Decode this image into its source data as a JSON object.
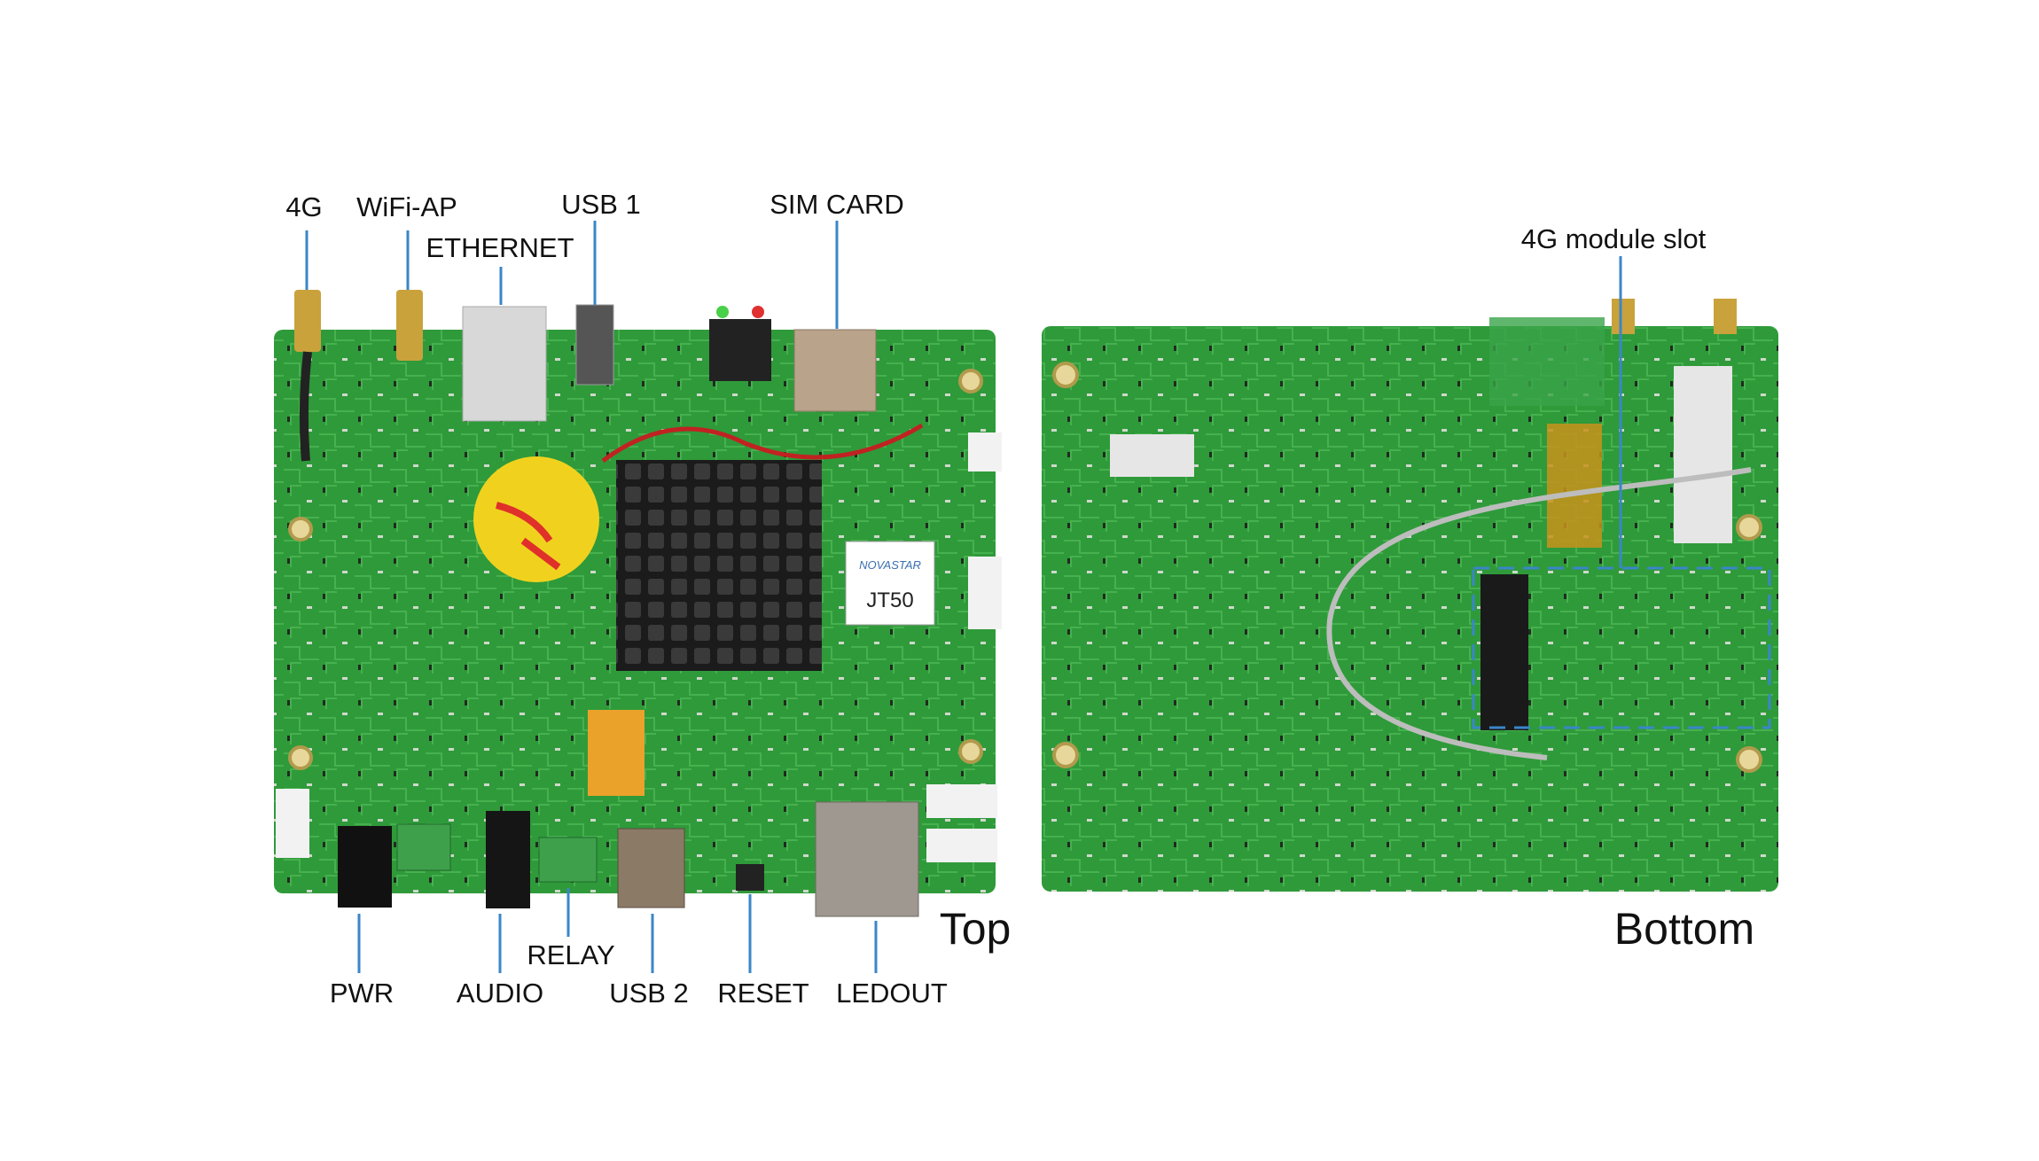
{
  "title": "NovaStar JT50 board layout",
  "top_view": {
    "caption": "Top",
    "labels": {
      "g4": "4G",
      "wifi": "WiFi-AP",
      "ethernet": "ETHERNET",
      "usb1": "USB 1",
      "sim": "SIM CARD",
      "pwr": "PWR",
      "audio": "AUDIO",
      "relay": "RELAY",
      "usb2": "USB 2",
      "reset": "RESET",
      "ledout": "LEDOUT"
    },
    "module_brand": "NOVASTAR",
    "module_model": "JT50"
  },
  "bottom_view": {
    "caption": "Bottom",
    "labels": {
      "module_slot": "4G module slot"
    }
  },
  "colors": {
    "pcb": "#2f9a3a",
    "leader": "#3a86c8"
  }
}
